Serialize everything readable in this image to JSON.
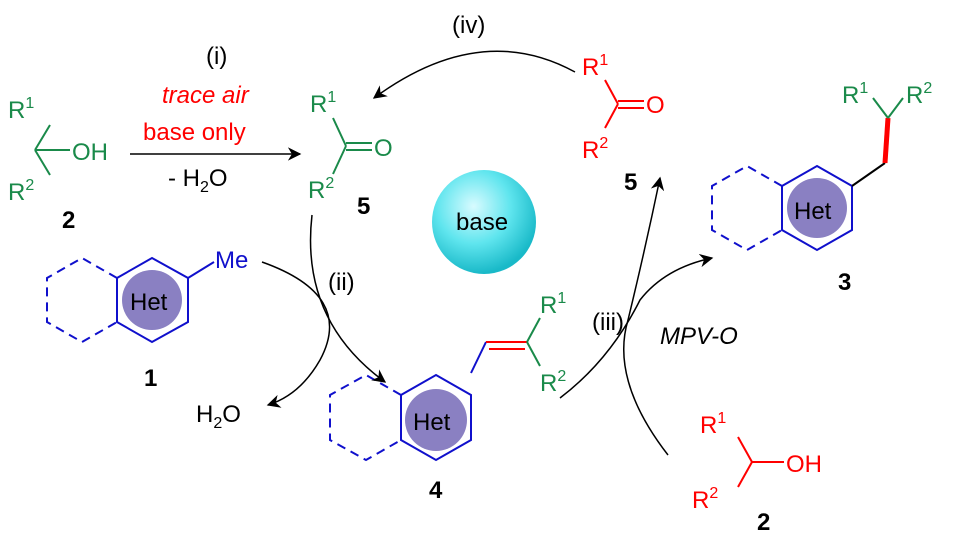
{
  "colors": {
    "green": "#1a8a4a",
    "red": "#ff0000",
    "blue": "#1010cc",
    "het_fill": "#8a80c2",
    "base_fill": "#5fe5ee",
    "black": "#000000"
  },
  "labels": {
    "step_i": "(i)",
    "step_ii": "(ii)",
    "step_iii": "(iii)",
    "step_iv": "(iv)",
    "cond_trace_air": "trace air",
    "cond_base_only": "base only",
    "cond_minus": "- H",
    "cond_h2o_sub": "2",
    "cond_o": "O",
    "water_h": "H",
    "water_sub": "2",
    "water_o": "O",
    "mpv": "MPV-O",
    "base": "base",
    "het": "Het",
    "me": "Me",
    "oh": "OH",
    "o": "O",
    "r": "R",
    "sup1": "1",
    "sup2": "2"
  },
  "compounds": {
    "c1": "1",
    "c2": "2",
    "c3": "3",
    "c4": "4",
    "c5": "5"
  }
}
